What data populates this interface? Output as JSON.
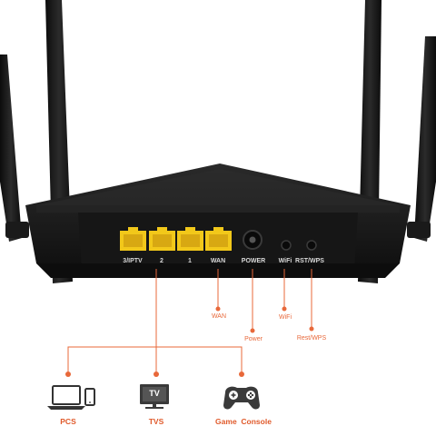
{
  "ports": {
    "p3_iptv": "3/IPTV",
    "p2": "2",
    "p1": "1",
    "wan": "WAN",
    "power": "POWER",
    "wifi": "WiFi",
    "rst_wps": "RST/WPS"
  },
  "callouts": {
    "wan": "WAN",
    "power": "Power",
    "wifi": "WiFi",
    "rst_wps": "Rest/WPS"
  },
  "devices": {
    "pcs": "PCS",
    "tvs": "TVS",
    "game_console": "Game  Console",
    "tv_icon_text": "TV"
  },
  "colors": {
    "accent": "#e8683a",
    "router_body": "#1b1b1b",
    "port_yellow": "#f2c81a"
  },
  "icons": [
    "laptop-phone-icon",
    "tv-icon",
    "gamepad-icon"
  ]
}
